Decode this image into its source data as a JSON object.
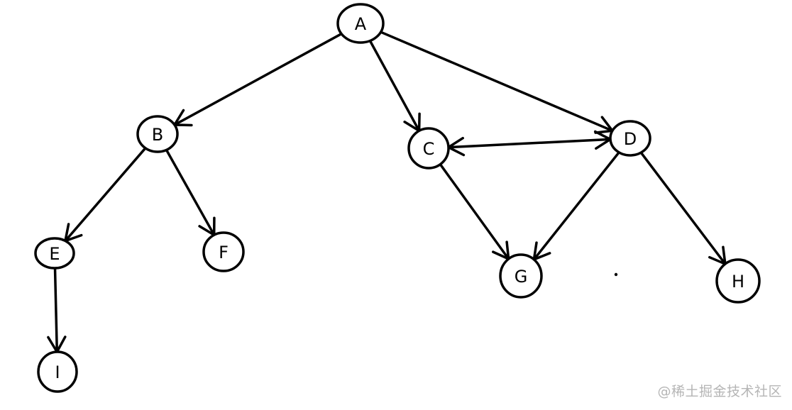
{
  "diagram": {
    "type": "directed-graph",
    "nodes": [
      {
        "id": "A",
        "label": "A"
      },
      {
        "id": "B",
        "label": "B"
      },
      {
        "id": "C",
        "label": "C"
      },
      {
        "id": "D",
        "label": "D"
      },
      {
        "id": "E",
        "label": "E"
      },
      {
        "id": "F",
        "label": "F"
      },
      {
        "id": "G",
        "label": "G"
      },
      {
        "id": "H",
        "label": "H"
      },
      {
        "id": "I",
        "label": "I"
      }
    ],
    "edges": [
      {
        "from": "A",
        "to": "B"
      },
      {
        "from": "A",
        "to": "C"
      },
      {
        "from": "A",
        "to": "D"
      },
      {
        "from": "B",
        "to": "E"
      },
      {
        "from": "B",
        "to": "F"
      },
      {
        "from": "E",
        "to": "I"
      },
      {
        "from": "C",
        "to": "D",
        "bidirectional": true
      },
      {
        "from": "C",
        "to": "G"
      },
      {
        "from": "D",
        "to": "G"
      },
      {
        "from": "D",
        "to": "H"
      }
    ],
    "colors": {
      "stroke": "#000000",
      "background": "#ffffff",
      "watermark": "#b5b5b5"
    }
  },
  "watermark": {
    "text": "@稀土掘金技术社区"
  }
}
